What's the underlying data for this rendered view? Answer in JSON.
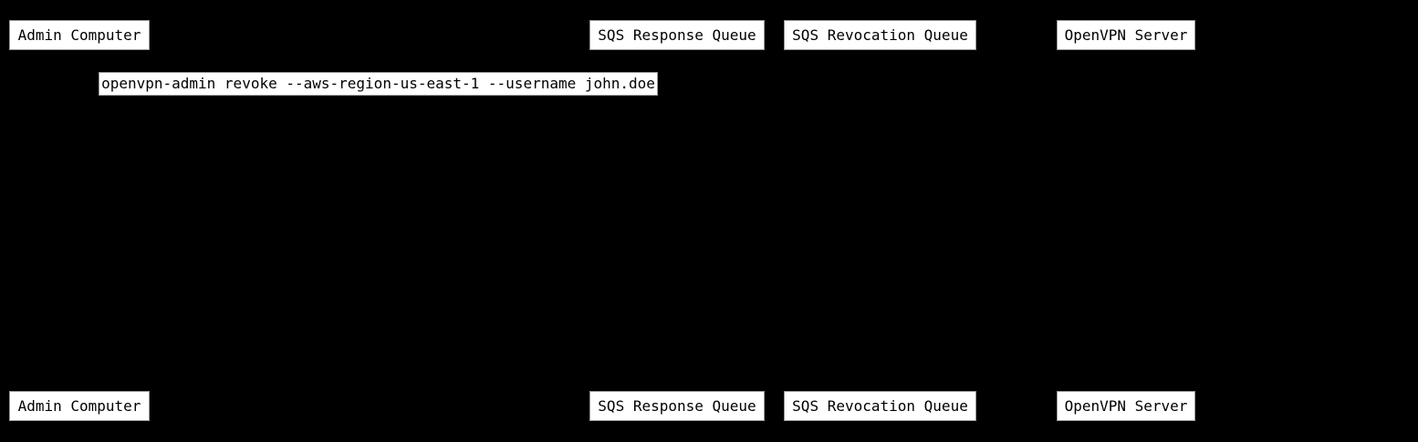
{
  "colors": {
    "background": "#000000",
    "box_fill": "#ffffff",
    "box_border": "#999999",
    "box_text": "#000000"
  },
  "diagram": {
    "type": "sequence",
    "actors": [
      {
        "id": "admin-computer",
        "label": "Admin Computer"
      },
      {
        "id": "sqs-response-queue",
        "label": "SQS Response Queue"
      },
      {
        "id": "sqs-revocation-queue",
        "label": "SQS Revocation Queue"
      },
      {
        "id": "openvpn-server",
        "label": "OpenVPN Server"
      }
    ],
    "messages": [
      {
        "label": "openvpn-admin revoke --aws-region-us-east-1 --username john.doe"
      }
    ]
  }
}
